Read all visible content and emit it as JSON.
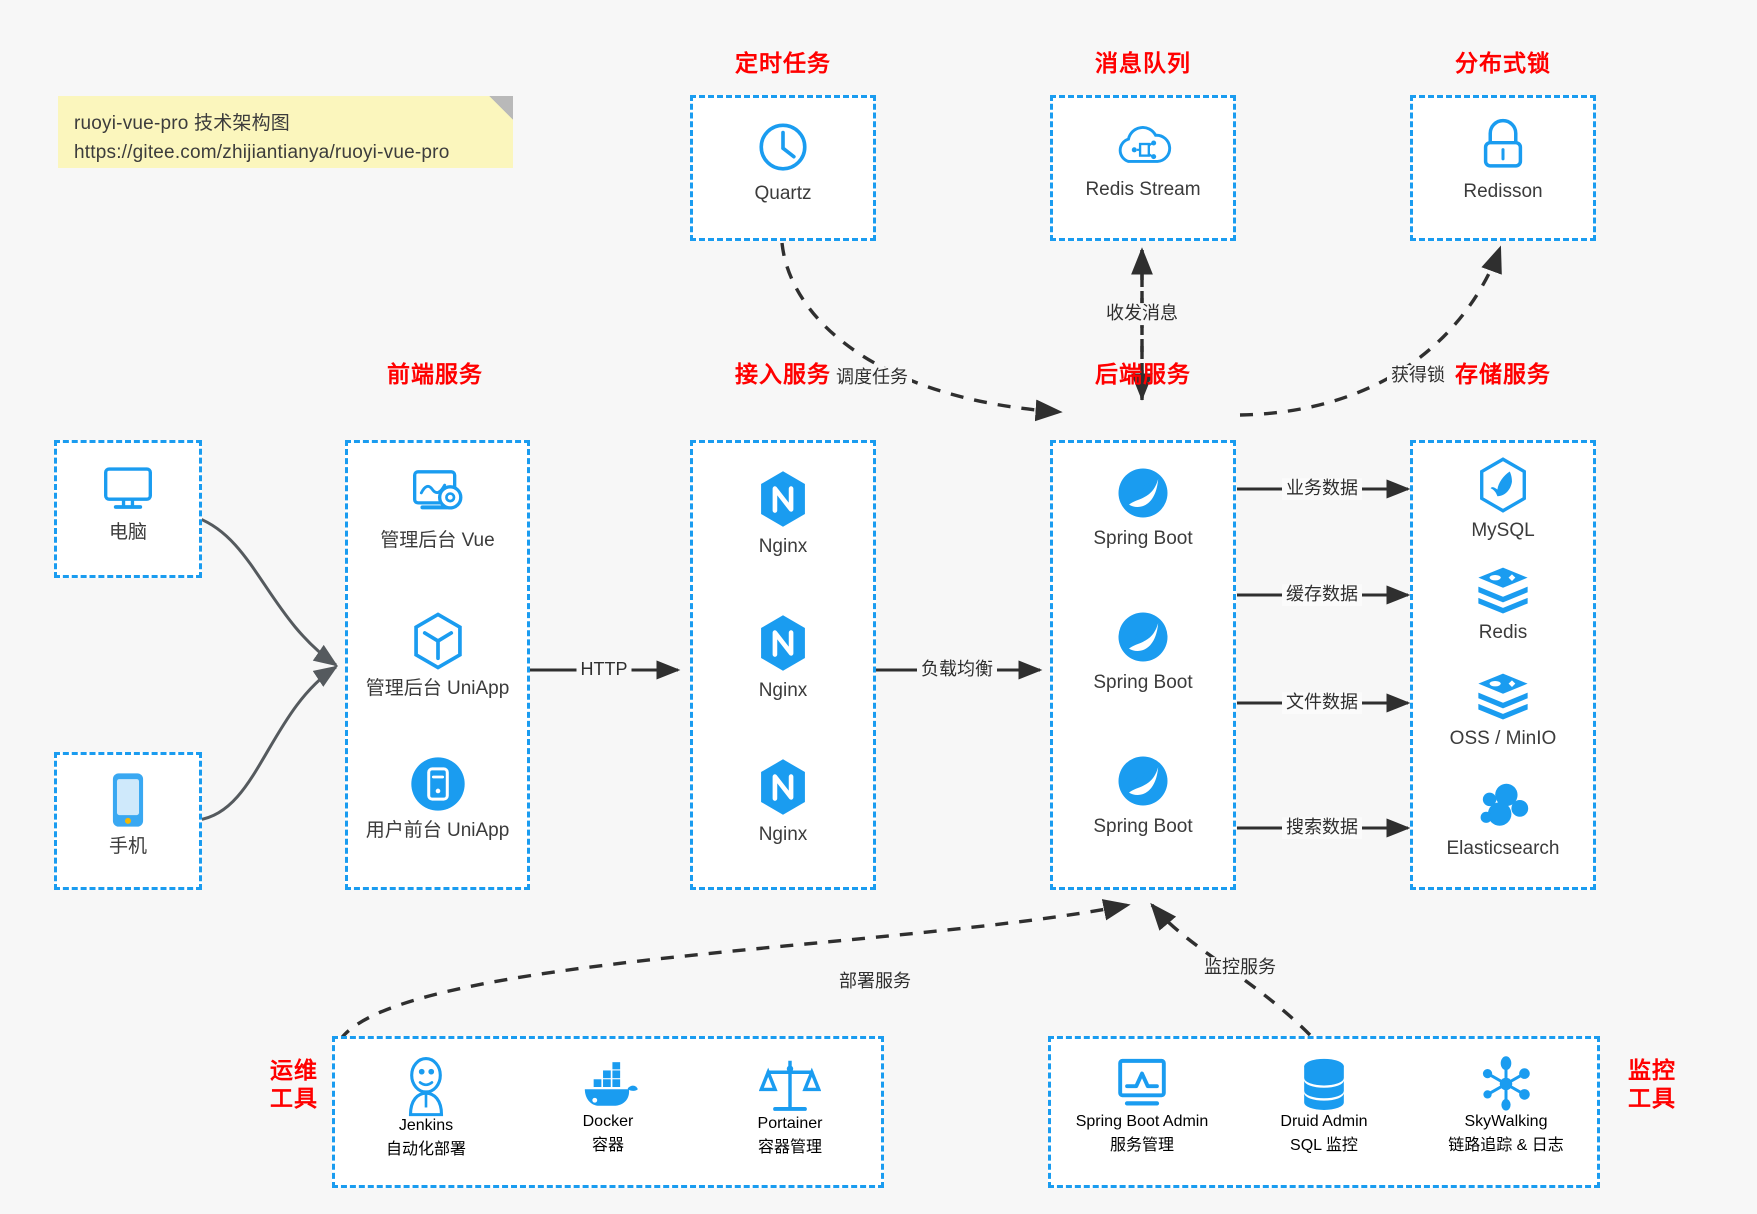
{
  "note": {
    "line1": "ruoyi-vue-pro 技术架构图",
    "line2": "https://gitee.com/zhijiantianya/ruoyi-vue-pro"
  },
  "colors": {
    "accent_blue": "#1a9cf0",
    "title_red": "#ff0000",
    "background": "#f7f7f7",
    "note_yellow": "#fbf6bd",
    "arrow_dark": "#2f2f2f",
    "caption_gray": "#3b3b3b"
  },
  "groups": {
    "scheduled_task": {
      "title": "定时任务",
      "nodes": [
        {
          "label": "Quartz",
          "icon": "clock-icon"
        }
      ]
    },
    "message_queue": {
      "title": "消息队列",
      "nodes": [
        {
          "label": "Redis Stream",
          "icon": "cloud-network-icon"
        }
      ]
    },
    "distributed_lock": {
      "title": "分布式锁",
      "nodes": [
        {
          "label": "Redisson",
          "icon": "padlock-icon"
        }
      ]
    },
    "clients": {
      "nodes": [
        {
          "label": "电脑",
          "icon": "desktop-monitor-icon"
        },
        {
          "label": "手机",
          "icon": "mobile-phone-icon"
        }
      ]
    },
    "frontend_service": {
      "title": "前端服务",
      "nodes": [
        {
          "label": "管理后台 Vue",
          "icon": "dashboard-gear-icon"
        },
        {
          "label": "管理后台 UniApp",
          "icon": "hexagon-cube-icon"
        },
        {
          "label": "用户前台 UniApp",
          "icon": "app-card-icon"
        }
      ]
    },
    "access_service": {
      "title": "接入服务",
      "nodes": [
        {
          "label": "Nginx",
          "icon": "nginx-icon"
        },
        {
          "label": "Nginx",
          "icon": "nginx-icon"
        },
        {
          "label": "Nginx",
          "icon": "nginx-icon"
        }
      ]
    },
    "backend_service": {
      "title": "后端服务",
      "nodes": [
        {
          "label": "Spring Boot",
          "icon": "spring-leaf-icon"
        },
        {
          "label": "Spring Boot",
          "icon": "spring-leaf-icon"
        },
        {
          "label": "Spring Boot",
          "icon": "spring-leaf-icon"
        }
      ]
    },
    "storage_service": {
      "title": "存储服务",
      "nodes": [
        {
          "label": "MySQL",
          "icon": "mysql-dolphin-icon"
        },
        {
          "label": "Redis",
          "icon": "redis-stack-icon"
        },
        {
          "label": "OSS / MinIO",
          "icon": "object-storage-icon"
        },
        {
          "label": "Elasticsearch",
          "icon": "elasticsearch-icon"
        }
      ]
    },
    "devops_tools": {
      "title_line1": "运维",
      "title_line2": "工具",
      "nodes": [
        {
          "label": "Jenkins",
          "sublabel": "自动化部署",
          "icon": "jenkins-butler-icon"
        },
        {
          "label": "Docker",
          "sublabel": "容器",
          "icon": "docker-whale-icon"
        },
        {
          "label": "Portainer",
          "sublabel": "容器管理",
          "icon": "scales-icon"
        }
      ]
    },
    "monitor_tools": {
      "title_line1": "监控",
      "title_line2": "工具",
      "nodes": [
        {
          "label": "Spring Boot Admin",
          "sublabel": "服务管理",
          "icon": "monitor-chart-icon"
        },
        {
          "label": "Druid Admin",
          "sublabel": "SQL 监控",
          "icon": "database-cylinder-icon"
        },
        {
          "label": "SkyWalking",
          "sublabel": "链路追踪 & 日志",
          "icon": "network-nodes-icon"
        }
      ]
    }
  },
  "edges": [
    {
      "id": "http",
      "label": "HTTP",
      "from": "frontend_service",
      "to": "access_service",
      "style": "solid"
    },
    {
      "id": "load-balance",
      "label": "负载均衡",
      "from": "access_service",
      "to": "backend_service",
      "style": "solid"
    },
    {
      "id": "business-data",
      "label": "业务数据",
      "from": "backend_service",
      "to": "storage_service",
      "style": "solid"
    },
    {
      "id": "cache-data",
      "label": "缓存数据",
      "from": "backend_service",
      "to": "storage_service",
      "style": "solid"
    },
    {
      "id": "file-data",
      "label": "文件数据",
      "from": "backend_service",
      "to": "storage_service",
      "style": "solid"
    },
    {
      "id": "search-data",
      "label": "搜索数据",
      "from": "backend_service",
      "to": "storage_service",
      "style": "solid"
    },
    {
      "id": "schedule-task",
      "label": "调度任务",
      "from": "scheduled_task",
      "to": "backend_service",
      "style": "dashed"
    },
    {
      "id": "send-receive-message",
      "label": "收发消息",
      "from": "backend_service",
      "to": "message_queue",
      "style": "dashed-bidirectional"
    },
    {
      "id": "acquire-lock",
      "label": "获得锁",
      "from": "backend_service",
      "to": "distributed_lock",
      "style": "dashed"
    },
    {
      "id": "deploy-service",
      "label": "部署服务",
      "from": "devops_tools",
      "to": "backend_service",
      "style": "dashed"
    },
    {
      "id": "monitor-service",
      "label": "监控服务",
      "from": "monitor_tools",
      "to": "backend_service",
      "style": "dashed"
    }
  ]
}
